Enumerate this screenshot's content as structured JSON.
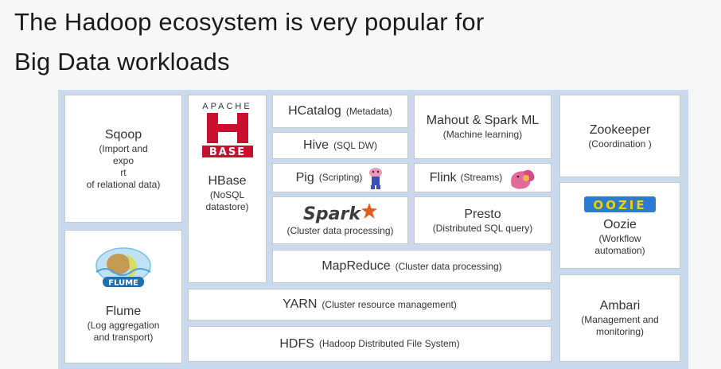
{
  "slide": {
    "title_line1": "The Hadoop ecosystem is very popular for",
    "title_line2": "Big Data workloads"
  },
  "components": {
    "sqoop": {
      "name": "Sqoop",
      "desc": "(Import and\nexpo\nrt\nof relational data)"
    },
    "flume": {
      "name": "Flume",
      "desc": "(Log aggregation\nand transport)",
      "logo_text": "FLUME"
    },
    "hbase": {
      "name": "HBase",
      "desc": "(NoSQL\ndatastore)",
      "logo_top": "APACHE",
      "logo_letter": "H",
      "logo_bottom": "BASE"
    },
    "hcatalog": {
      "name": "HCatalog",
      "desc": "(Metadata)"
    },
    "hive": {
      "name": "Hive",
      "desc": "(SQL DW)"
    },
    "pig": {
      "name": "Pig",
      "desc": "(Scripting)"
    },
    "spark": {
      "logo": "Spark",
      "desc": "(Cluster data processing)"
    },
    "mahout": {
      "name": "Mahout & Spark ML",
      "desc": "(Machine learning)"
    },
    "flink": {
      "name": "Flink",
      "desc": "(Streams)"
    },
    "presto": {
      "name": "Presto",
      "desc": "(Distributed SQL query)"
    },
    "mapreduce": {
      "name": "MapReduce",
      "desc": "(Cluster data processing)"
    },
    "yarn": {
      "name": "YARN",
      "desc": "(Cluster resource management)"
    },
    "hdfs": {
      "name": "HDFS",
      "desc": "(Hadoop Distributed File System)"
    },
    "zookeeper": {
      "name": "Zookeeper",
      "desc": "(Coordination )"
    },
    "oozie": {
      "name": "Oozie",
      "desc": "(Workflow\nautomation)",
      "logo_text": "OOZIE"
    },
    "ambari": {
      "name": "Ambari",
      "desc": "(Management and\nmonitoring)"
    }
  },
  "colors": {
    "panel": "#c9d9ee",
    "hbase_red": "#c8102e",
    "spark_orange": "#e25a1c",
    "oozie_blue": "#2b7bd4",
    "oozie_yellow": "#f2d100"
  },
  "icons": {
    "pig": "pig-mascot-icon",
    "flink": "squirrel-icon",
    "spark": "spark-star-icon",
    "flume": "flume-logo"
  }
}
